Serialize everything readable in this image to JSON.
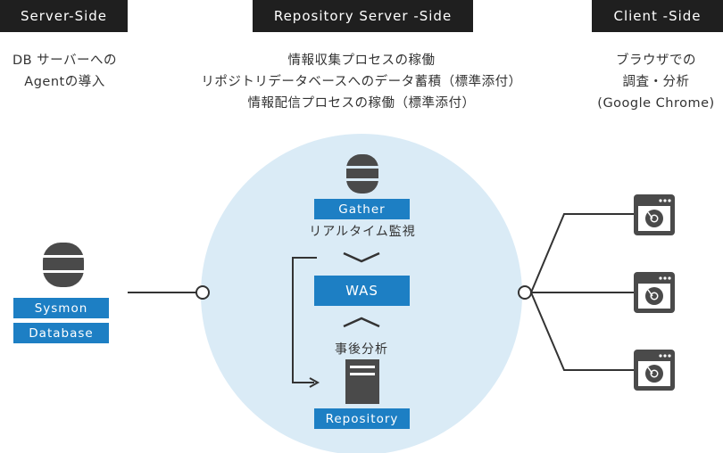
{
  "columns": {
    "server": {
      "header": "Server-Side",
      "desc": [
        "DB サーバーへの",
        "Agentの導入"
      ]
    },
    "repository": {
      "header": "Repository Server -Side",
      "desc": [
        "情報収集プロセスの稼働",
        "リポジトリデータベースへのデータ蓄積（標準添付）",
        "情報配信プロセスの稼働（標準添付）"
      ]
    },
    "client": {
      "header": "Client -Side",
      "desc": [
        "ブラウザでの",
        "調査・分析",
        "(Google Chrome)"
      ]
    }
  },
  "nodes": {
    "sysmon": "Sysmon",
    "database": "Database",
    "gather": "Gather",
    "realtime": "リアルタイム監視",
    "was": "WAS",
    "analysis": "事後分析",
    "repository": "Repository"
  },
  "icons": {
    "db_left": "database-icon",
    "db_gather": "database-icon",
    "repo_server": "server-icon",
    "browser": "chrome-browser-icon"
  },
  "colors": {
    "header_bg": "#1f1f1f",
    "label_bg": "#1d7fc4",
    "circle_bg": "#daebf6",
    "icon": "#4a4a4a",
    "line": "#333333"
  }
}
